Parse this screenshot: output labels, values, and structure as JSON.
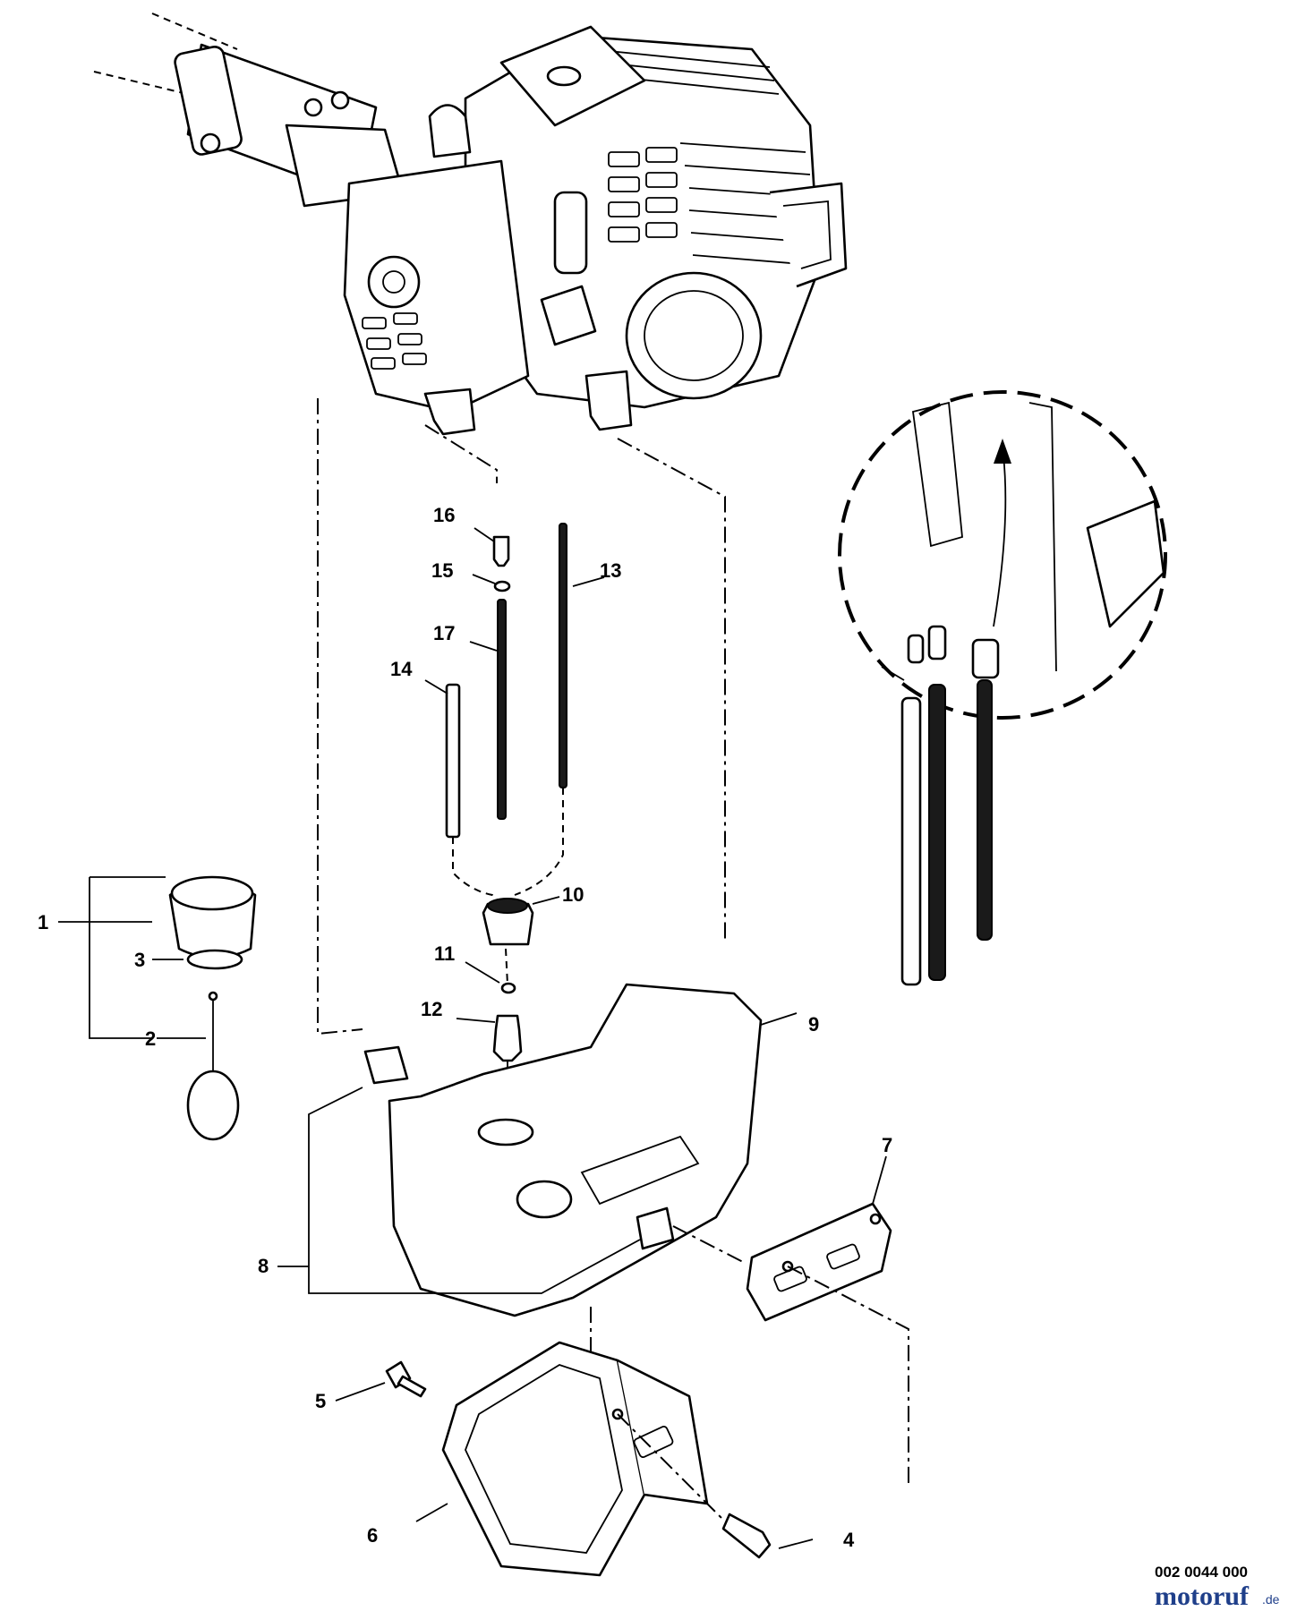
{
  "callouts": {
    "c1": "1",
    "c2": "2",
    "c3": "3",
    "c4": "4",
    "c5": "5",
    "c6": "6",
    "c7": "7",
    "c8": "8",
    "c9": "9",
    "c10": "10",
    "c11": "11",
    "c12": "12",
    "c13": "13",
    "c14": "14",
    "c15": "15",
    "c16": "16",
    "c17": "17"
  },
  "footer": {
    "reference": "002 0044 000",
    "brand": "motoruf",
    "brand_tld": ".de"
  }
}
